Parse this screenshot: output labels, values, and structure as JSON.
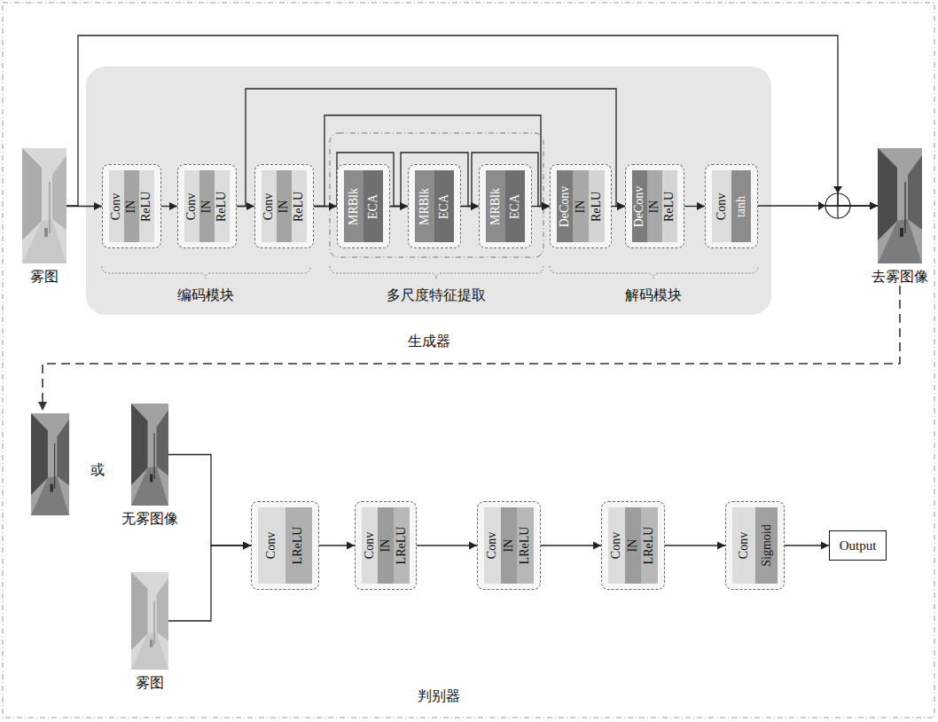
{
  "diagram": {
    "nodes": [
      {
        "text": [
          "雾图"
        ]
      },
      {
        "text": [
          "生成器"
        ]
      },
      {
        "text": [
          "Conv",
          "IN",
          "ReLU"
        ],
        "in": 1
      },
      {
        "text": [
          "Conv",
          "IN",
          "ReLU"
        ],
        "in": 1
      },
      {
        "text": [
          "Conv",
          "IN",
          "ReLU"
        ],
        "in": 1
      },
      {
        "text": [
          "MRBlk",
          "ECA"
        ],
        "in": 1
      },
      {
        "text": [
          "MRBlk",
          "ECA"
        ],
        "in": 1
      },
      {
        "text": [
          "MRBlk",
          "ECA"
        ],
        "in": 1
      },
      {
        "text": [
          "DeConv",
          "IN",
          "ReLU"
        ],
        "in": 1
      },
      {
        "text": [
          "DeConv",
          "IN",
          "ReLU"
        ],
        "in": 1
      },
      {
        "text": [
          "Conv",
          "tanh"
        ],
        "in": 1
      },
      {
        "text": [
          "去雾图像"
        ]
      },
      {
        "text": [
          "无雾图像"
        ]
      },
      {
        "text": [
          "雾图"
        ]
      },
      {
        "text": [
          "Conv",
          "LReLU"
        ]
      },
      {
        "text": [
          "Conv",
          "IN",
          "LReLU"
        ]
      },
      {
        "text": [
          "Conv",
          "IN",
          "LReLU"
        ]
      },
      {
        "text": [
          "Conv",
          "IN",
          "LReLU"
        ]
      },
      {
        "text": [
          "Conv",
          "Sigmoid"
        ]
      },
      {
        "text": [
          "Output"
        ]
      }
    ],
    "edges": [
      {
        "from": 0,
        "to": 2,
        "arrow": "to"
      },
      {
        "from": 2,
        "to": 3,
        "arrow": "to"
      },
      {
        "from": 3,
        "to": 4,
        "arrow": "to"
      },
      {
        "from": 4,
        "to": 5,
        "arrow": "to"
      },
      {
        "from": 5,
        "to": 6,
        "arrow": "to"
      },
      {
        "from": 6,
        "to": 7,
        "arrow": "to"
      },
      {
        "from": 7,
        "to": 8,
        "arrow": "to"
      },
      {
        "from": 8,
        "to": 9,
        "arrow": "to"
      },
      {
        "from": 9,
        "to": 10,
        "arrow": "to"
      },
      {
        "from": 3,
        "to": 9,
        "arrow": "to"
      },
      {
        "from": 4,
        "to": 8,
        "arrow": "to"
      },
      {
        "from": 4,
        "to": 6,
        "arrow": "to"
      },
      {
        "from": 5,
        "to": 7,
        "arrow": "to"
      },
      {
        "from": 6,
        "to": 8,
        "arrow": "to"
      },
      {
        "from": 10,
        "to": 11,
        "arrow": "to"
      },
      {
        "from": 0,
        "to": 11,
        "arrow": "to"
      },
      {
        "from": 12,
        "to": 14,
        "arrow": "to"
      },
      {
        "from": 13,
        "to": 14,
        "arrow": "to"
      },
      {
        "from": 14,
        "to": 15,
        "arrow": "to"
      },
      {
        "from": 15,
        "to": 16,
        "arrow": "to"
      },
      {
        "from": 16,
        "to": 17,
        "arrow": "to"
      },
      {
        "from": 17,
        "to": 18,
        "arrow": "to"
      },
      {
        "from": 18,
        "to": 19,
        "arrow": "to"
      }
    ],
    "labels": [
      "编码模块",
      "多尺度特征提取",
      "解码模块",
      "或",
      "判别器"
    ]
  }
}
